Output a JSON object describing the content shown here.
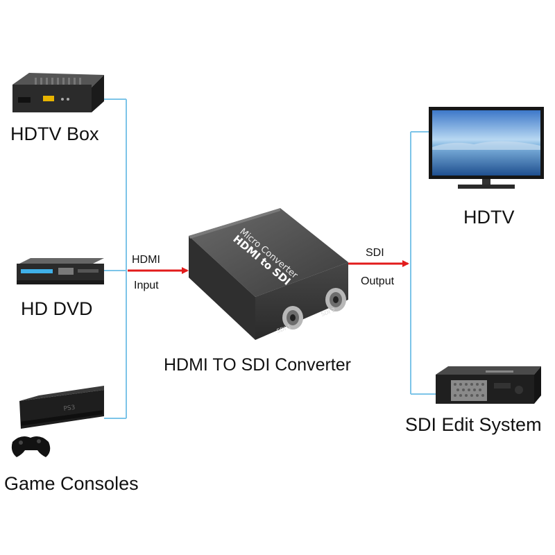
{
  "sources": [
    {
      "label": "HDTV Box",
      "icon": "set-top-box-icon"
    },
    {
      "label": "HD DVD",
      "icon": "dvd-player-icon"
    },
    {
      "label": "Game Consoles",
      "icon": "game-console-icon"
    }
  ],
  "destinations": [
    {
      "label": "HDTV",
      "icon": "tv-icon"
    },
    {
      "label": "SDI Edit System",
      "icon": "rack-unit-icon"
    }
  ],
  "input_arrow": {
    "top": "HDMI",
    "bottom": "Input"
  },
  "output_arrow": {
    "top": "SDI",
    "bottom": "Output"
  },
  "device": {
    "caption": "HDMI TO SDI Converter",
    "brand_line1": "Micro Converter",
    "brand_line2": "HDMI to SDI",
    "port1": "SDI 1",
    "port2": "SDI 2"
  },
  "colors": {
    "connector": "#7cc4e8",
    "arrow": "#e21b1b"
  }
}
